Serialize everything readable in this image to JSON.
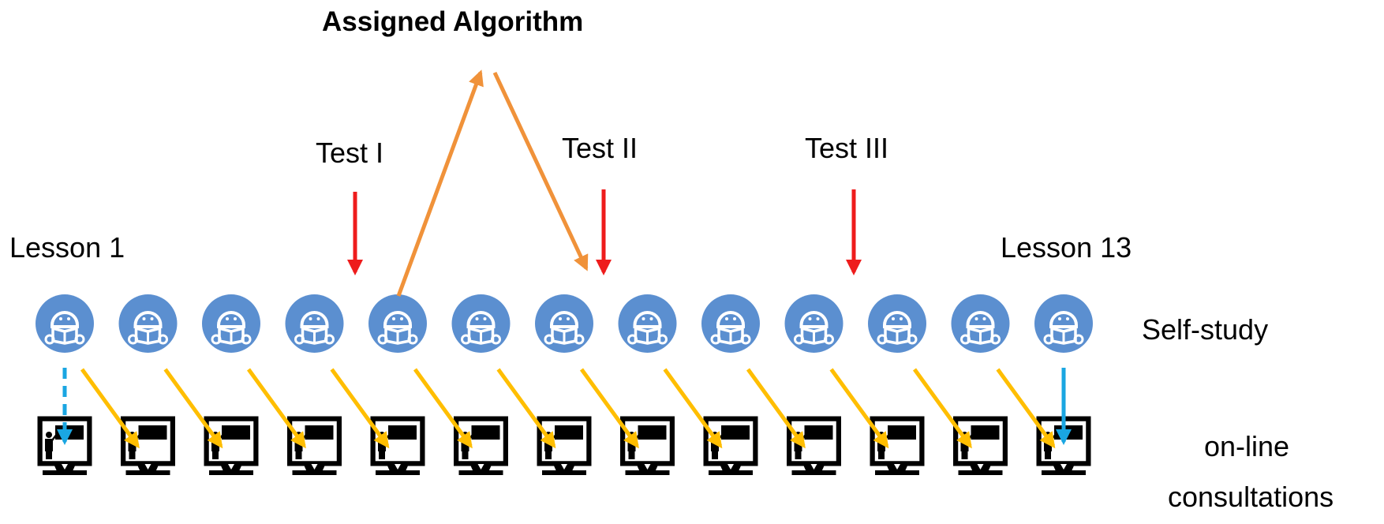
{
  "title": "Assigned Algorithm",
  "tests": [
    "Test I",
    "Test II",
    "Test III"
  ],
  "lesson_first": "Lesson 1",
  "lesson_last": "Lesson 13",
  "row_labels": {
    "self_study": "Self-study",
    "consultations_line1": "on-line",
    "consultations_line2": "consultations"
  },
  "lesson_count": 13,
  "icons": {
    "student": "reading-student-icon",
    "monitor": "teacher-monitor-icon"
  },
  "colors": {
    "student_circle": "#5b8fd0",
    "test_arrow": "#ee1c1c",
    "algorithm_arrow": "#f0923a",
    "consultation_arrow": "#ffbe00",
    "blue_arrow": "#1aa6e2",
    "monitor": "#000000"
  }
}
